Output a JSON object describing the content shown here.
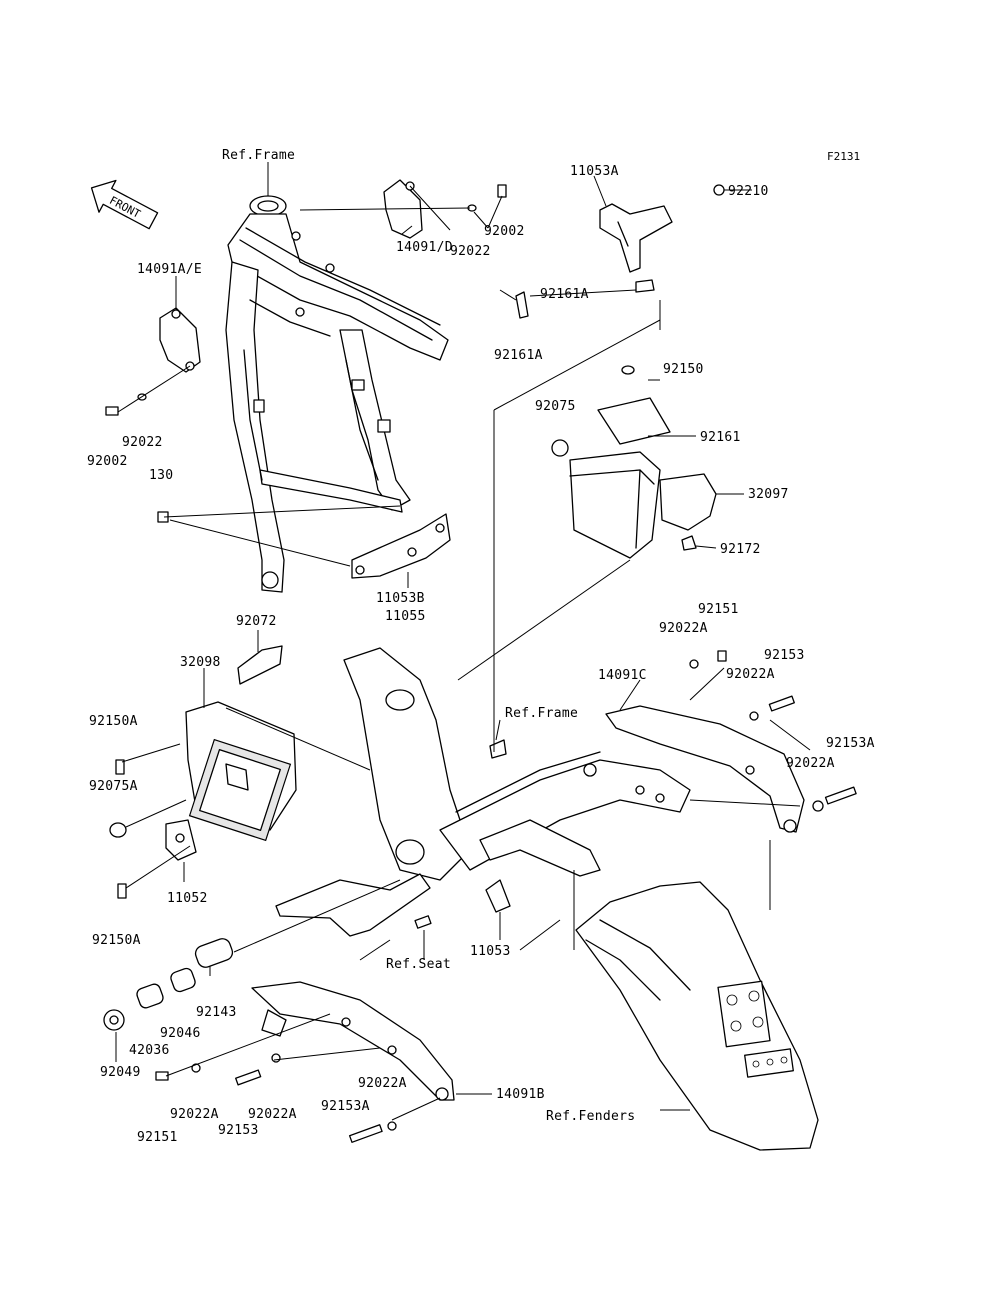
{
  "figure_code": "F2131",
  "front_badge": "FRONT",
  "labels": {
    "ref_frame_top": "Ref.Frame",
    "l_14091AE": "14091A/E",
    "l_14091D": "14091/D",
    "l_92022_top": "92022",
    "l_92002_top": "92002",
    "l_92022_left": "92022",
    "l_92002_left": "92002",
    "l_130": "130",
    "l_11053B": "11053B",
    "l_11055": "11055",
    "l_11053A": "11053A",
    "l_92210": "92210",
    "l_92161A_a": "92161A",
    "l_92161A_b": "92161A",
    "l_92150": "92150",
    "l_92075": "92075",
    "l_92161": "92161",
    "l_32097": "32097",
    "l_92172": "92172",
    "l_92072": "92072",
    "l_32098": "32098",
    "l_92150A_top": "92150A",
    "l_92075A": "92075A",
    "l_11052": "11052",
    "l_92150A_bot": "92150A",
    "l_92151_right": "92151",
    "l_92022A_r1": "92022A",
    "l_14091C": "14091C",
    "l_92153_right": "92153",
    "l_92022A_r2": "92022A",
    "ref_frame_mid": "Ref.Frame",
    "l_92153A_right": "92153A",
    "l_92022A_r3": "92022A",
    "ref_seat": "Ref.Seat",
    "l_11053": "11053",
    "l_92143": "92143",
    "l_92046": "92046",
    "l_42036": "42036",
    "l_92049": "92049",
    "l_92022A_b1": "92022A",
    "l_92151_bot": "92151",
    "l_92153_bot": "92153",
    "l_92022A_b2": "92022A",
    "l_92022A_b3": "92022A",
    "l_92153A_bot": "92153A",
    "l_14091B": "14091B",
    "ref_fenders": "Ref.Fenders"
  }
}
